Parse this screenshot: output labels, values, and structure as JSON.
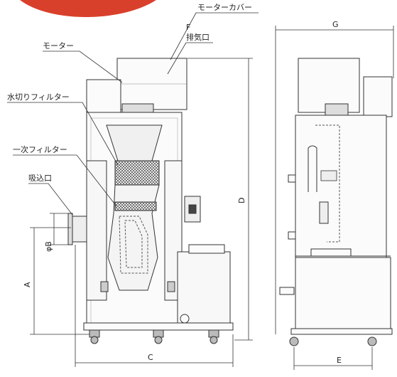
{
  "labels": {
    "motor_cover": "モーターカバー",
    "f": "F",
    "exhaust": "排気口",
    "motor": "モーター",
    "drain_filter": "水切りフィルター",
    "primary_filter": "一次フィルター",
    "intake": "吸込口"
  },
  "dimensions": {
    "a": "A",
    "b": "φB",
    "c": "C",
    "d": "D",
    "e": "E",
    "g": "G"
  },
  "colors": {
    "line": "#333333",
    "accent": "#d9402c",
    "panel": "#f4f4f4",
    "mesh": "#555555"
  }
}
